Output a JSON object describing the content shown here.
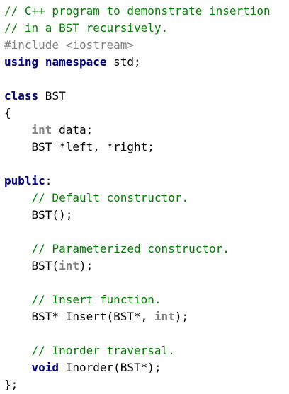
{
  "code": {
    "lines": [
      [
        {
          "t": "comment",
          "v": "// C++ program to demonstrate insertion"
        }
      ],
      [
        {
          "t": "comment",
          "v": "// in a BST recursively."
        }
      ],
      [
        {
          "t": "preproc",
          "v": "#include <iostream>"
        }
      ],
      [
        {
          "t": "keyword",
          "v": "using"
        },
        {
          "t": "plain",
          "v": " "
        },
        {
          "t": "keyword",
          "v": "namespace"
        },
        {
          "t": "plain",
          "v": " std;"
        }
      ],
      [],
      [
        {
          "t": "keyword",
          "v": "class"
        },
        {
          "t": "plain",
          "v": " BST"
        }
      ],
      [
        {
          "t": "plain",
          "v": "{"
        }
      ],
      [
        {
          "t": "plain",
          "v": "    "
        },
        {
          "t": "type",
          "v": "int"
        },
        {
          "t": "plain",
          "v": " data;"
        }
      ],
      [
        {
          "t": "plain",
          "v": "    BST *left, *right;"
        }
      ],
      [],
      [
        {
          "t": "access",
          "v": "public"
        },
        {
          "t": "plain",
          "v": ":"
        }
      ],
      [
        {
          "t": "plain",
          "v": "    "
        },
        {
          "t": "comment",
          "v": "// Default constructor."
        }
      ],
      [
        {
          "t": "plain",
          "v": "    BST();"
        }
      ],
      [],
      [
        {
          "t": "plain",
          "v": "    "
        },
        {
          "t": "comment",
          "v": "// Parameterized constructor."
        }
      ],
      [
        {
          "t": "plain",
          "v": "    BST("
        },
        {
          "t": "type",
          "v": "int"
        },
        {
          "t": "plain",
          "v": ");"
        }
      ],
      [],
      [
        {
          "t": "plain",
          "v": "    "
        },
        {
          "t": "comment",
          "v": "// Insert function."
        }
      ],
      [
        {
          "t": "plain",
          "v": "    BST* Insert(BST*, "
        },
        {
          "t": "type",
          "v": "int"
        },
        {
          "t": "plain",
          "v": ");"
        }
      ],
      [],
      [
        {
          "t": "plain",
          "v": "    "
        },
        {
          "t": "comment",
          "v": "// Inorder traversal."
        }
      ],
      [
        {
          "t": "plain",
          "v": "    "
        },
        {
          "t": "keyword",
          "v": "void"
        },
        {
          "t": "plain",
          "v": " Inorder(BST*);"
        }
      ],
      [
        {
          "t": "plain",
          "v": "};"
        }
      ]
    ]
  },
  "colors": {
    "comment": "#008000",
    "preprocessor": "#808080",
    "keyword": "#00008b",
    "type": "#808080",
    "text": "#000000",
    "background": "#ffffff"
  }
}
